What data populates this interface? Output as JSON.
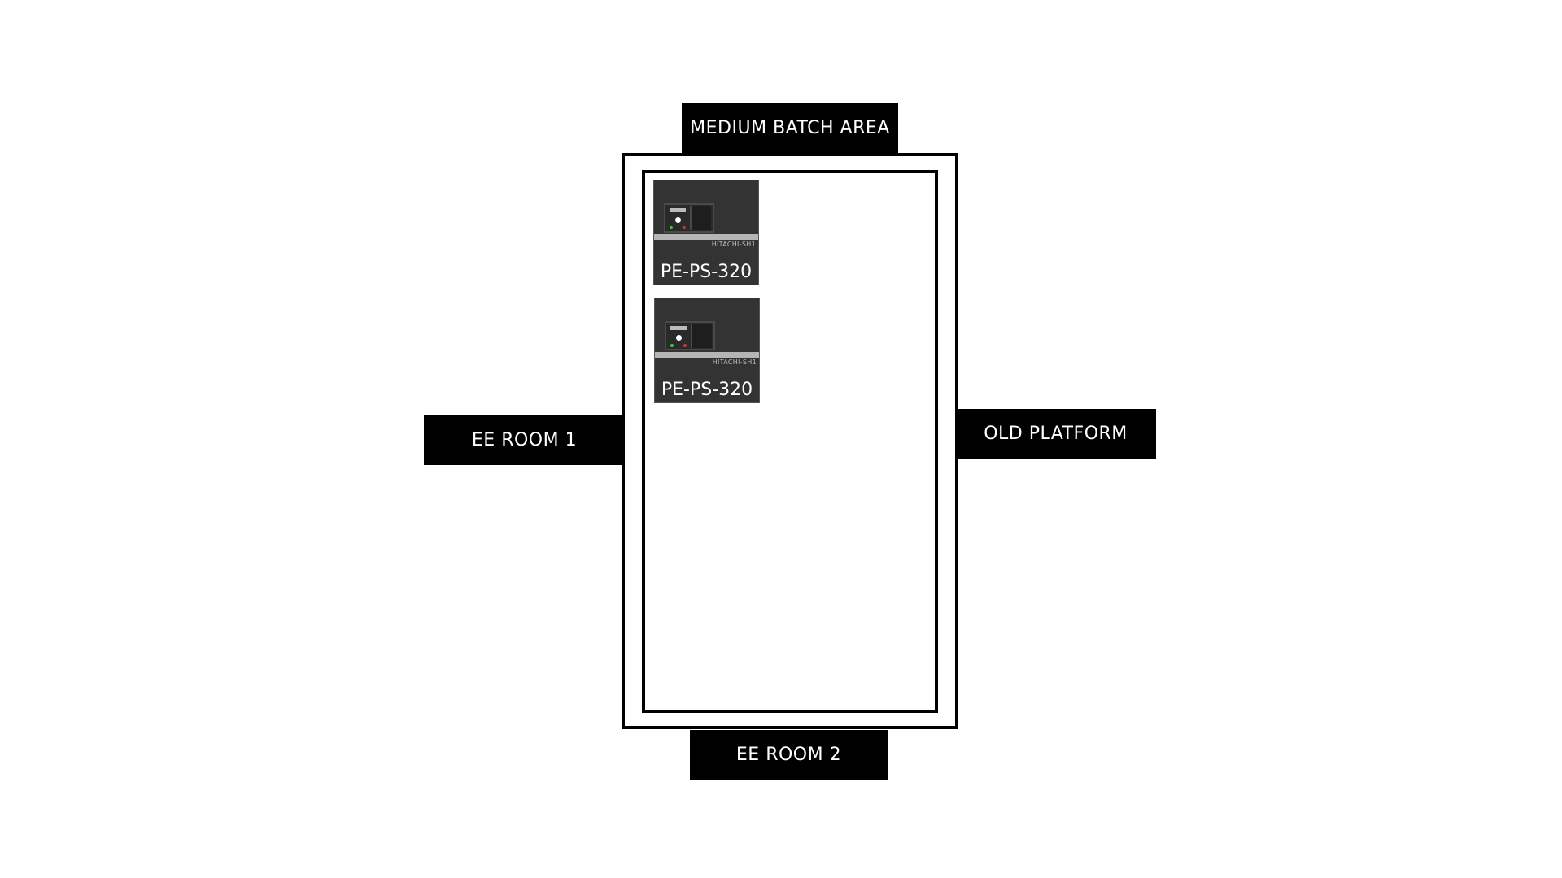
{
  "areas": {
    "top": "MEDIUM BATCH AREA",
    "left": "EE ROOM 1",
    "right": "OLD PLATFORM",
    "bottom": "EE ROOM 2"
  },
  "equipment": [
    {
      "tag": "PE-PS-320",
      "brand": "HITACHI-SH1"
    },
    {
      "tag": "PE-PS-320",
      "brand": "HITACHI-SH1"
    }
  ],
  "colors": {
    "background": "#ffffff",
    "label_background": "#000000",
    "label_text": "#ffffff",
    "equipment_body": "#333333",
    "equipment_stripe": "#b5b5b5",
    "led_green": "#3ec83e",
    "led_red": "#e03030"
  }
}
